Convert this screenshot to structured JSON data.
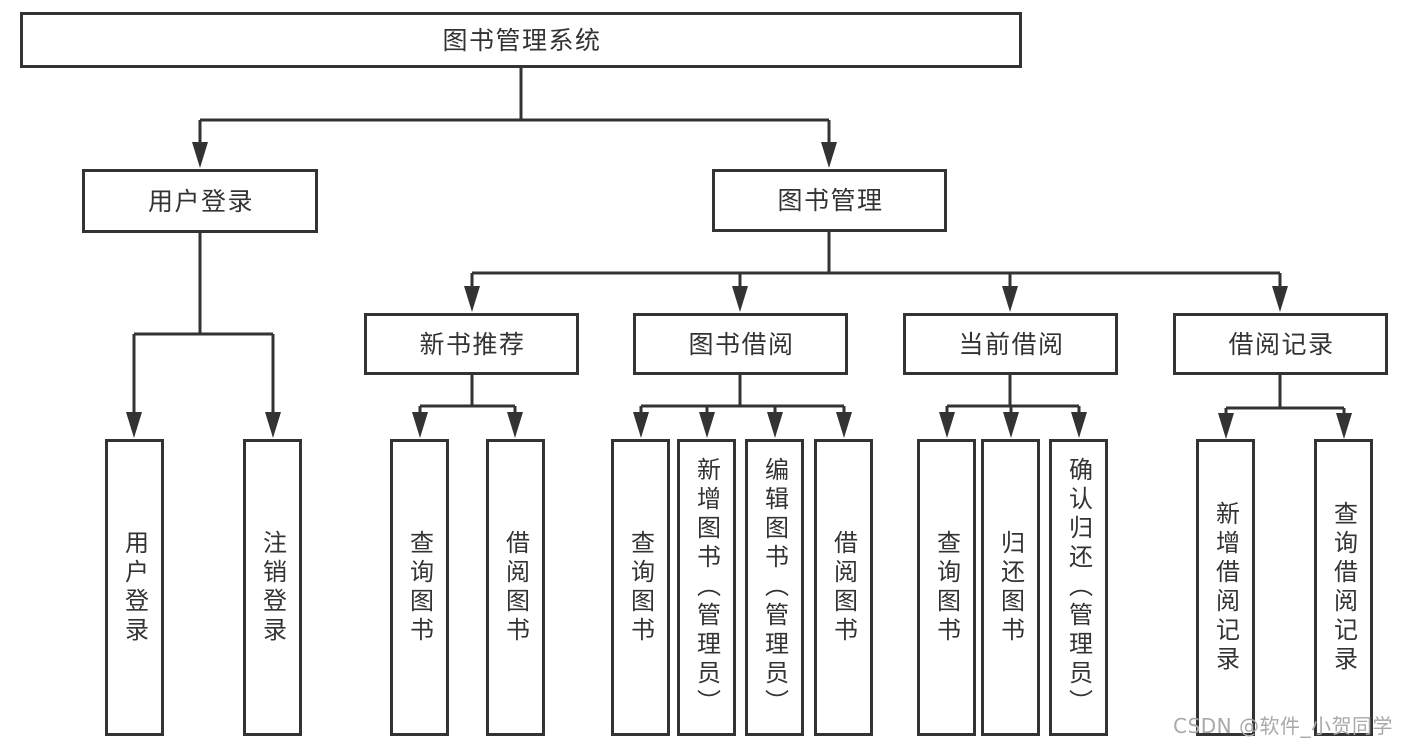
{
  "colors": {
    "line": "#333333",
    "text": "#333333",
    "box_bg": "#ffffff",
    "background": "#ffffff",
    "watermark": "#a9a9a9"
  },
  "nodes": {
    "root": {
      "label": "图书管理系统"
    },
    "level2": [
      {
        "id": "user-login",
        "label": "用户登录"
      },
      {
        "id": "book-management",
        "label": "图书管理"
      }
    ],
    "level3": [
      {
        "id": "new-book-recommend",
        "parent": "图书管理",
        "label": "新书推荐"
      },
      {
        "id": "book-borrowing",
        "parent": "图书管理",
        "label": "图书借阅"
      },
      {
        "id": "current-borrowing",
        "parent": "图书管理",
        "label": "当前借阅"
      },
      {
        "id": "borrowing-records",
        "parent": "图书管理",
        "label": "借阅记录"
      }
    ],
    "leaves": [
      {
        "parent": "用户登录",
        "label": "用户登录"
      },
      {
        "parent": "用户登录",
        "label": "注销登录"
      },
      {
        "parent": "新书推荐",
        "label": "查询图书"
      },
      {
        "parent": "新书推荐",
        "label": "借阅图书"
      },
      {
        "parent": "图书借阅",
        "label": "查询图书"
      },
      {
        "parent": "图书借阅",
        "label": "新增图书（管理员）"
      },
      {
        "parent": "图书借阅",
        "label": "编辑图书（管理员）"
      },
      {
        "parent": "图书借阅",
        "label": "借阅图书"
      },
      {
        "parent": "当前借阅",
        "label": "查询图书"
      },
      {
        "parent": "当前借阅",
        "label": "归还图书"
      },
      {
        "parent": "当前借阅",
        "label": "确认归还（管理员）"
      },
      {
        "parent": "借阅记录",
        "label": "新增借阅记录"
      },
      {
        "parent": "借阅记录",
        "label": "查询借阅记录"
      }
    ]
  },
  "watermark": {
    "text": "CSDN @软件_小贺同学"
  }
}
